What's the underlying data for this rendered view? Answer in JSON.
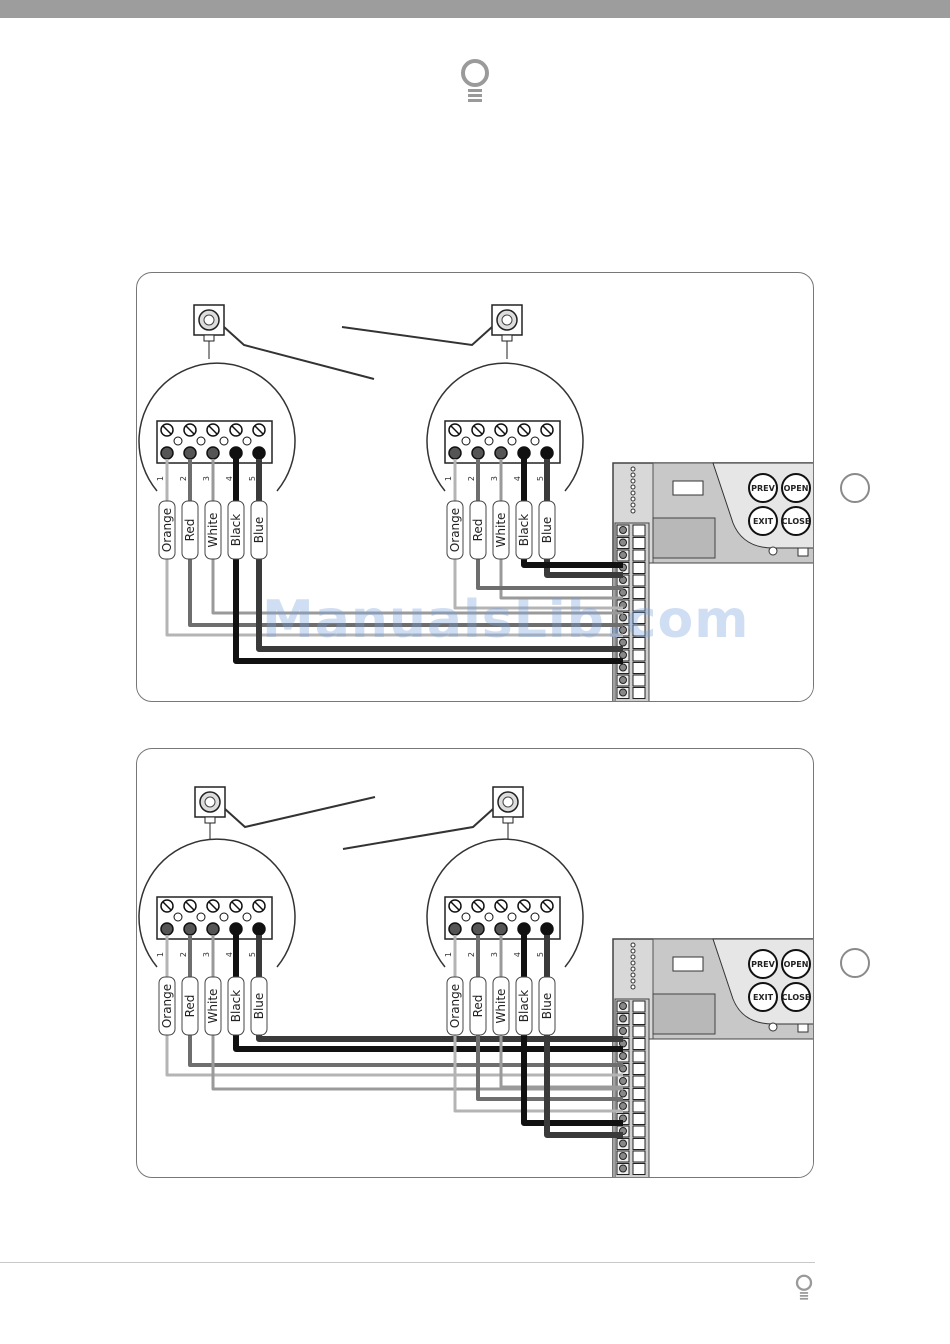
{
  "header": {
    "logo_icon": "bulb-icon"
  },
  "watermark": "ManualsLib.com",
  "wire_labels": [
    "Orange",
    "Red",
    "White",
    "Black",
    "Blue"
  ],
  "terminal_numbers": [
    "1",
    "2",
    "3",
    "4",
    "5"
  ],
  "control_buttons": {
    "prev": "PREV",
    "open": "OPEN",
    "exit": "EXIT",
    "close": "CLOSE"
  },
  "colors": {
    "orange_wire": "#b4b4b4",
    "red_wire": "#6e6e6e",
    "white_wire": "#9a9a9a",
    "black_wire": "#111111",
    "blue_wire": "#3a3a3a"
  },
  "footer": {
    "logo_icon": "bulb-icon"
  }
}
